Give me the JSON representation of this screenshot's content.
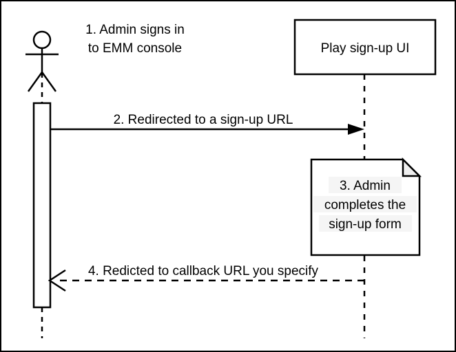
{
  "diagram": {
    "type": "uml-sequence-diagram",
    "title": "",
    "colors": {
      "stroke": "#000000",
      "background": "#ffffff",
      "note_fill": "#ffffff",
      "note_fold_fill": "#f0f0f0",
      "text_highlight": "#f4f4f4",
      "text": "#000000"
    },
    "participants": [
      {
        "id": "admin",
        "kind": "actor",
        "icon": "stick-figure-actor",
        "label": ""
      },
      {
        "id": "play-ui",
        "kind": "object-box",
        "label": "Play sign-up UI"
      }
    ],
    "annotations": [
      {
        "id": "step1",
        "lines": [
          "1. Admin signs in",
          "to EMM console"
        ]
      }
    ],
    "messages": [
      {
        "id": "step2",
        "label": "2. Redirected to a sign-up URL",
        "from": "admin",
        "to": "play-ui",
        "style": "solid",
        "arrowhead": "filled",
        "direction": "right"
      },
      {
        "id": "step4",
        "label": "4. Redicted to callback URL you specify",
        "from": "play-ui",
        "to": "admin",
        "style": "dashed",
        "arrowhead": "open",
        "direction": "left"
      }
    ],
    "notes": [
      {
        "id": "step3",
        "attached_to": "play-ui",
        "lines": [
          "3. Admin",
          "completes the",
          "sign-up form"
        ]
      }
    ]
  }
}
